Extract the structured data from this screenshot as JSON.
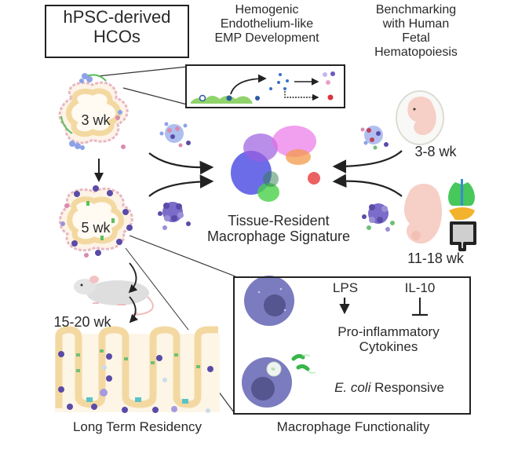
{
  "title_box": {
    "line1": "hPSC-derived",
    "line2": "HCOs"
  },
  "hemogenic": {
    "line1": "Hemogenic",
    "line2": "Endothelium-like",
    "line3": "EMP Development"
  },
  "benchmark": {
    "line1": "Benchmarking",
    "line2": "with Human",
    "line3": "Fetal",
    "line4": "Hematopoiesis"
  },
  "organoids": {
    "early": "3 wk",
    "late": "5 wk"
  },
  "fetal": {
    "early": "3-8 wk",
    "late": "11-18 wk"
  },
  "signature": {
    "line1": "Tissue-Resident",
    "line2": "Macrophage Signature"
  },
  "transplant": {
    "duration": "15-20 wk",
    "caption": "Long Term Residency"
  },
  "function_box": {
    "lps": "LPS",
    "il10": "IL-10",
    "cytokines_line1": "Pro-inflammatory",
    "cytokines_line2": "Cytokines",
    "ecoli_italic": "E. coli",
    "ecoli_rest": " Responsive",
    "caption": "Macrophage Functionality"
  },
  "colors": {
    "organoid_wall": "#f6dfad",
    "macrophage": "#7b7bbf",
    "macrophage_nucleus": "#55558f",
    "endothelium": "#8fd36a",
    "bacteria": "#39b54a",
    "fetus": "#f6cfc6",
    "text": "#2a2a2a"
  }
}
